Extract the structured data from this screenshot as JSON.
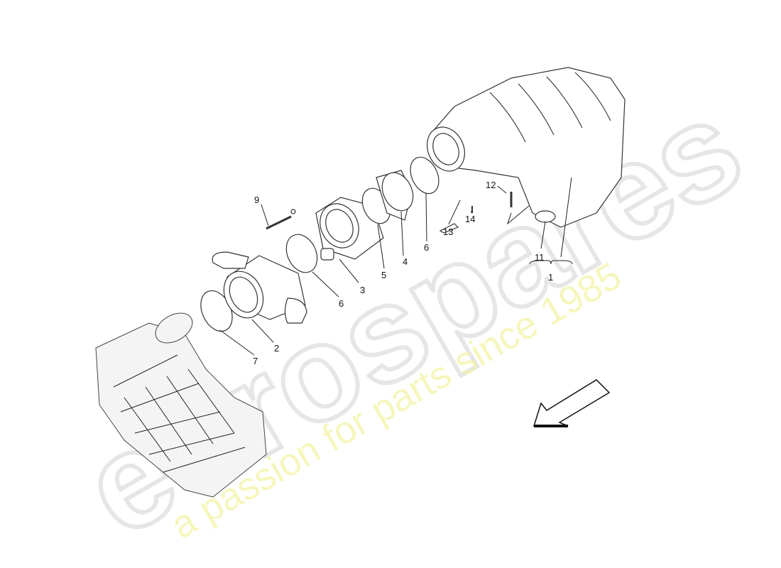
{
  "watermark": {
    "brand": "eurospares",
    "tagline": "a passion for parts since 1985",
    "tagline_color": "#f2f29a"
  },
  "callouts": [
    {
      "id": "c9",
      "label": "9"
    },
    {
      "id": "c2",
      "label": "2"
    },
    {
      "id": "c7",
      "label": "7"
    },
    {
      "id": "c6a",
      "label": "6"
    },
    {
      "id": "c3",
      "label": "3"
    },
    {
      "id": "c5",
      "label": "5"
    },
    {
      "id": "c4",
      "label": "4"
    },
    {
      "id": "c6b",
      "label": "6"
    },
    {
      "id": "c13",
      "label": "13"
    },
    {
      "id": "c14",
      "label": "14"
    },
    {
      "id": "c12",
      "label": "12"
    },
    {
      "id": "c11",
      "label": "11"
    },
    {
      "id": "c1",
      "label": "1"
    }
  ],
  "direction_arrow": "arrow-down-left-icon"
}
